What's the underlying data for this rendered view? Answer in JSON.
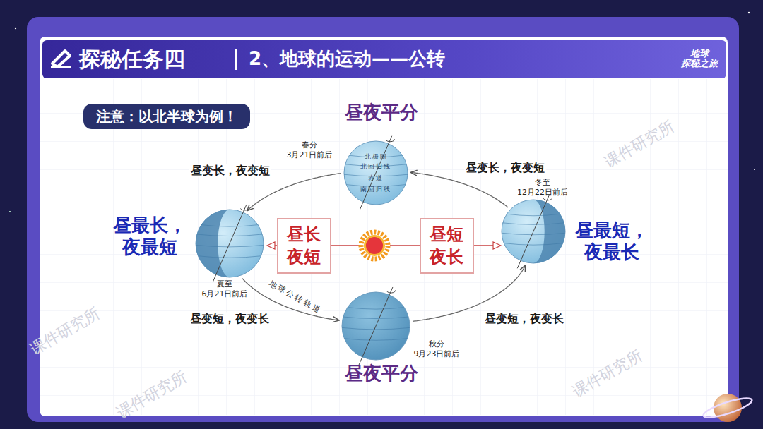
{
  "diagram": {
    "title": "2、地球的运动——公转",
    "nodes": [
      {
        "text": [
          "注意：以北半球为例！"
        ]
      },
      {
        "text": [
          "昼夜平分",
          "春分 3月21日前后",
          "北极圈",
          "北回归线",
          "赤道",
          "南回归线"
        ]
      },
      {
        "text": [
          "昼最长， 夜最短",
          "夏至 6月21日前后"
        ]
      },
      {
        "text": [
          "昼长 夜短"
        ]
      },
      {
        "text": [
          "昼短 夜长"
        ]
      },
      {
        "text": [
          "昼最短， 夜最长",
          "冬至 12月22日前后"
        ]
      },
      {
        "text": [
          "昼夜平分",
          "秋分 9月23日前后"
        ]
      }
    ],
    "edges": [
      {
        "from": 5,
        "to": 1,
        "arrow": "to",
        "label": "昼变长，夜变短"
      },
      {
        "from": 1,
        "to": 2,
        "arrow": "to",
        "label": "昼变长，夜变短"
      },
      {
        "from": 2,
        "to": 6,
        "arrow": "to",
        "label": "昼变短，夜变长"
      },
      {
        "from": 6,
        "to": 5,
        "arrow": "to",
        "label": "昼变短，夜变长"
      }
    ],
    "labels": [
      "探秘任务四",
      "地球 探秘之旅",
      "地球公转轨道",
      "课件研究所",
      "课件研究所",
      "课件研究所",
      "课件研究所"
    ]
  }
}
